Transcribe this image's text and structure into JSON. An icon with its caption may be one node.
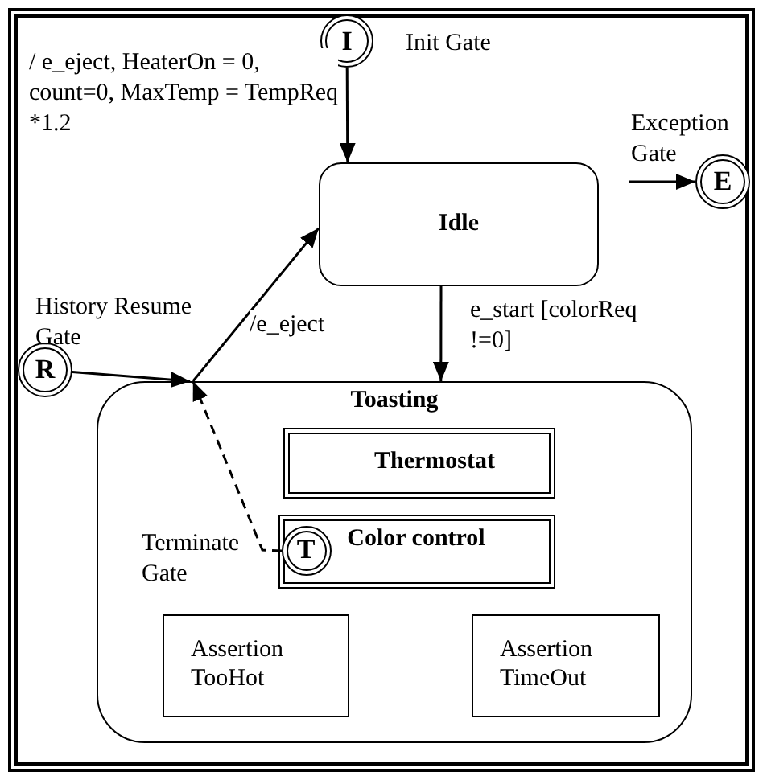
{
  "diagram": {
    "nodes": [
      {
        "text": [],
        "shape": "box"
      },
      {
        "text": [
          "I"
        ],
        "beside": [
          "Init Gate"
        ],
        "in": 0
      },
      {
        "text": [
          "Idle"
        ],
        "in": 0
      },
      {
        "text": [
          "E"
        ],
        "beside": [
          "Exception Gate"
        ],
        "in": 0
      },
      {
        "text": [
          "R"
        ],
        "beside": [
          "History Resume Gate"
        ],
        "in": 0
      },
      {
        "text": [
          "Toasting"
        ],
        "in": 0
      },
      {
        "text": [
          "Thermostat"
        ],
        "in": 5
      },
      {
        "text": [
          "Color control"
        ],
        "in": 5
      },
      {
        "text": [
          "T"
        ],
        "beside": [
          "Terminate Gate"
        ],
        "in": 7
      },
      {
        "text": [
          "Assertion TooHot"
        ],
        "in": 5
      },
      {
        "text": [
          "Assertion TimeOut"
        ],
        "in": 5
      }
    ],
    "edges": [
      {
        "from": 1,
        "to": 2,
        "arrow": "to",
        "label": "/ e_eject, HeaterOn = 0, count=0, MaxTemp = TempReq *1.2"
      },
      {
        "from": null,
        "to": 3,
        "arrow": "to"
      },
      {
        "from": 4,
        "to": 5,
        "arrow": "to"
      },
      {
        "from": 5,
        "to": 2,
        "arrow": "to",
        "label": "/e_eject"
      },
      {
        "from": 2,
        "to": 5,
        "arrow": "to",
        "label": "e_start [colorReq !=0]"
      },
      {
        "from": 8,
        "to": 5,
        "arrow": "to",
        "style": "dashed"
      }
    ]
  }
}
